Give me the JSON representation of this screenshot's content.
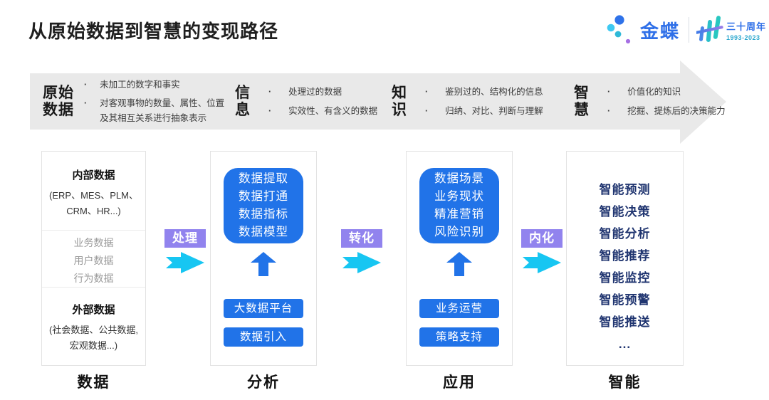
{
  "ui": {
    "bullet": "·"
  },
  "header": {
    "title": "从原始数据到智慧的变现路径"
  },
  "logo": {
    "brand": "金蝶",
    "anniversary": "三十周年",
    "years": "1993-2023"
  },
  "banner": {
    "stages": [
      {
        "label": "原始数据",
        "points": [
          "未加工的数字和事实",
          "对客观事物的数量、属性、位置及其相互关系进行抽象表示"
        ]
      },
      {
        "label": "信息",
        "points": [
          "处理过的数据",
          "实效性、有含义的数据"
        ]
      },
      {
        "label": "知识",
        "points": [
          "鉴别过的、结构化的信息",
          "归纳、对比、判断与理解"
        ]
      },
      {
        "label": "智慧",
        "points": [
          "价值化的知识",
          "挖掘、提炼后的决策能力"
        ]
      }
    ]
  },
  "flow_labels": [
    "处理",
    "转化",
    "内化"
  ],
  "columns": [
    {
      "footer": "数据",
      "sections": [
        {
          "title": "内部数据",
          "subtitle": "(ERP、MES、PLM、CRM、HR...)"
        },
        {
          "items": [
            "业务数据",
            "用户数据",
            "行为数据"
          ]
        },
        {
          "title": "外部数据",
          "subtitle": "(社会数据、公共数据, 宏观数据...)"
        }
      ]
    },
    {
      "footer": "分析",
      "card_lines": [
        "数据提取",
        "数据打通",
        "数据指标",
        "数据模型"
      ],
      "buttons": [
        "大数据平台",
        "数据引入"
      ]
    },
    {
      "footer": "应用",
      "card_lines": [
        "数据场景",
        "业务现状",
        "精准营销",
        "风险识别"
      ],
      "buttons": [
        "业务运营",
        "策略支持"
      ]
    },
    {
      "footer": "智能",
      "items": [
        "智能预测",
        "智能决策",
        "智能分析",
        "智能推荐",
        "智能监控",
        "智能预警",
        "智能推送",
        "..."
      ]
    }
  ],
  "colors": {
    "accent_blue": "#2173E8",
    "flow_purple": "#9183EE",
    "flow_cyan": "#17C6F2",
    "navy_text": "#203570",
    "banner_gray": "#E9E9E9",
    "brand_blue": "#2E6FE8"
  }
}
